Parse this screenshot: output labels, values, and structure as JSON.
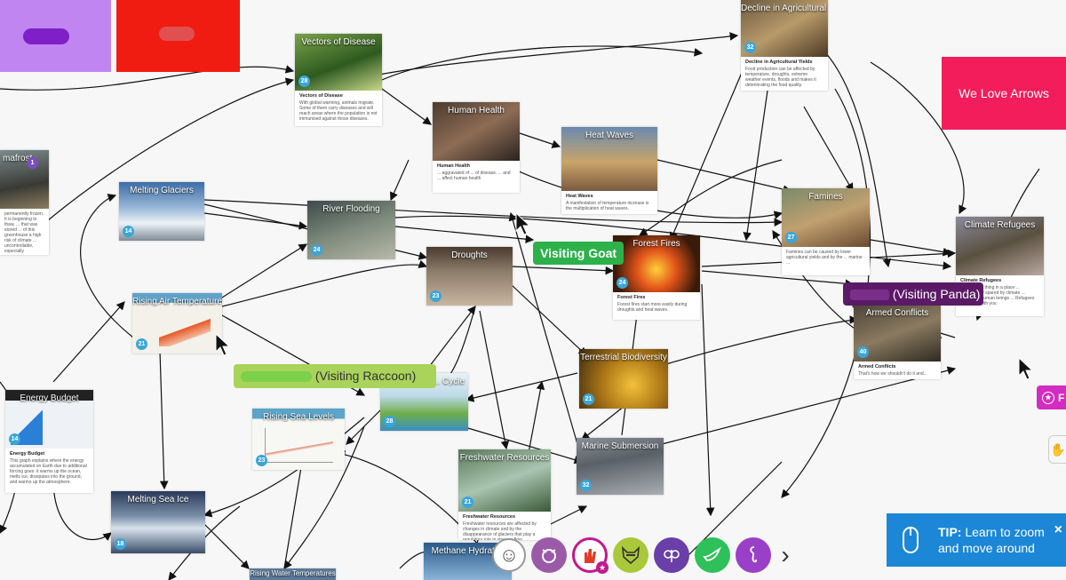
{
  "colors": {
    "badge": "#3aa6d8",
    "goat_tag": "#2db14a",
    "panda_tag": "#5b1a66",
    "raccoon_tag": "#a9d35a",
    "love_arrows": "#f21d5a",
    "tip_bg": "#1b87d6"
  },
  "stickies": {
    "purple": "",
    "red": "",
    "love_arrows": "We Love Arrows"
  },
  "cards": {
    "vectors": {
      "title": "Vectors of Disease",
      "badge": "28",
      "heading": "Vectors of Disease",
      "text": "With global warming, animals migrate. Some of them carry diseases and will reach areas where the population is not immunised against those diseases."
    },
    "agriculture": {
      "title": "Decline in Agricultural Yields",
      "badge": "32",
      "heading": "Decline in Agricultural Yields",
      "text": "Food production can be affected by temperature, droughts, extreme weather events, floods and makes it deteriorating the food quality."
    },
    "permafrost": {
      "title": "mafrost",
      "badge": "1",
      "text": "permanently frozen. It is beginning to thaw, ... that was stored ... of this greenhouse a high risk of climate ... uncontrollable, especially"
    },
    "glaciers": {
      "title": "Melting Glaciers",
      "badge": "14"
    },
    "human_health": {
      "title": "Human Health",
      "heading": "Human Health",
      "text": "... aggravated of ... of disease, ... and ... affect human health"
    },
    "heat_waves": {
      "title": "Heat Waves",
      "heading": "Heat Waves",
      "text": "A manifestation of temperature increase is the multiplication of heat waves."
    },
    "river_flooding": {
      "title": "River Flooding",
      "badge": "24"
    },
    "droughts": {
      "title": "Droughts",
      "badge": "23"
    },
    "forest_fires": {
      "title": "Forest Fires",
      "badge": "24",
      "heading": "Forest Fires",
      "text": "Forest fires start more easily during droughts and heat waves."
    },
    "famines": {
      "title": "Famines",
      "badge": "27",
      "text": "Famines can be caused by lower agricultural yields and by the ... marine ..."
    },
    "climate_refugees": {
      "title": "Climate Refugees",
      "heading": "Climate Refugees",
      "text": "... are a last thing in a place ... immediately spared by climate ... millions of human beings ... Refugees quickly ... with you"
    },
    "air_temps": {
      "title": "Rising Air Temperatures",
      "badge": "21"
    },
    "armed_conflicts": {
      "title": "Armed Conflicts",
      "badge": "40",
      "heading": "Armed Conflicts",
      "text": "That's how we shouldn't do it and..."
    },
    "biodiversity": {
      "title": "Terrestrial Biodiversity",
      "badge": "21"
    },
    "energy_budget": {
      "title": "Energy Budget",
      "badge": "14",
      "heading": "Energy Budget",
      "text": "This graph explains where the energy accumulated on Earth due to additional forcing goes: it warms up the ocean, melts ice, dissipates into the ground, and warms up the atmosphere."
    },
    "water_cycle": {
      "title": "... Cycle",
      "badge": "28"
    },
    "sea_levels": {
      "title": "Rising Sea Levels",
      "badge": "23"
    },
    "freshwater": {
      "title": "Freshwater Resources",
      "badge": "21",
      "heading": "Freshwater Resources",
      "text": "Freshwater resources are affected by changes in climate and by the disappearance of glaciers that play a regulatory role in streams flow."
    },
    "marine": {
      "title": "Marine Submersion",
      "badge": "32"
    },
    "sea_ice": {
      "title": "Melting Sea Ice",
      "badge": "18"
    },
    "methane": {
      "title": "Methane Hydrates"
    },
    "rising_water": {
      "title": "Rising Water Temperatures"
    }
  },
  "visitors": {
    "goat": "Visiting Goat",
    "panda": "(Visiting Panda)",
    "raccoon": "(Visiting Raccoon)"
  },
  "toolbar": {
    "emoji_icon": "smiley-icon",
    "chevron": "›"
  },
  "tip": {
    "label": "TIP:",
    "text1": "Learn to zoom",
    "text2": "and move around",
    "close": "×"
  },
  "partial_button": "F"
}
